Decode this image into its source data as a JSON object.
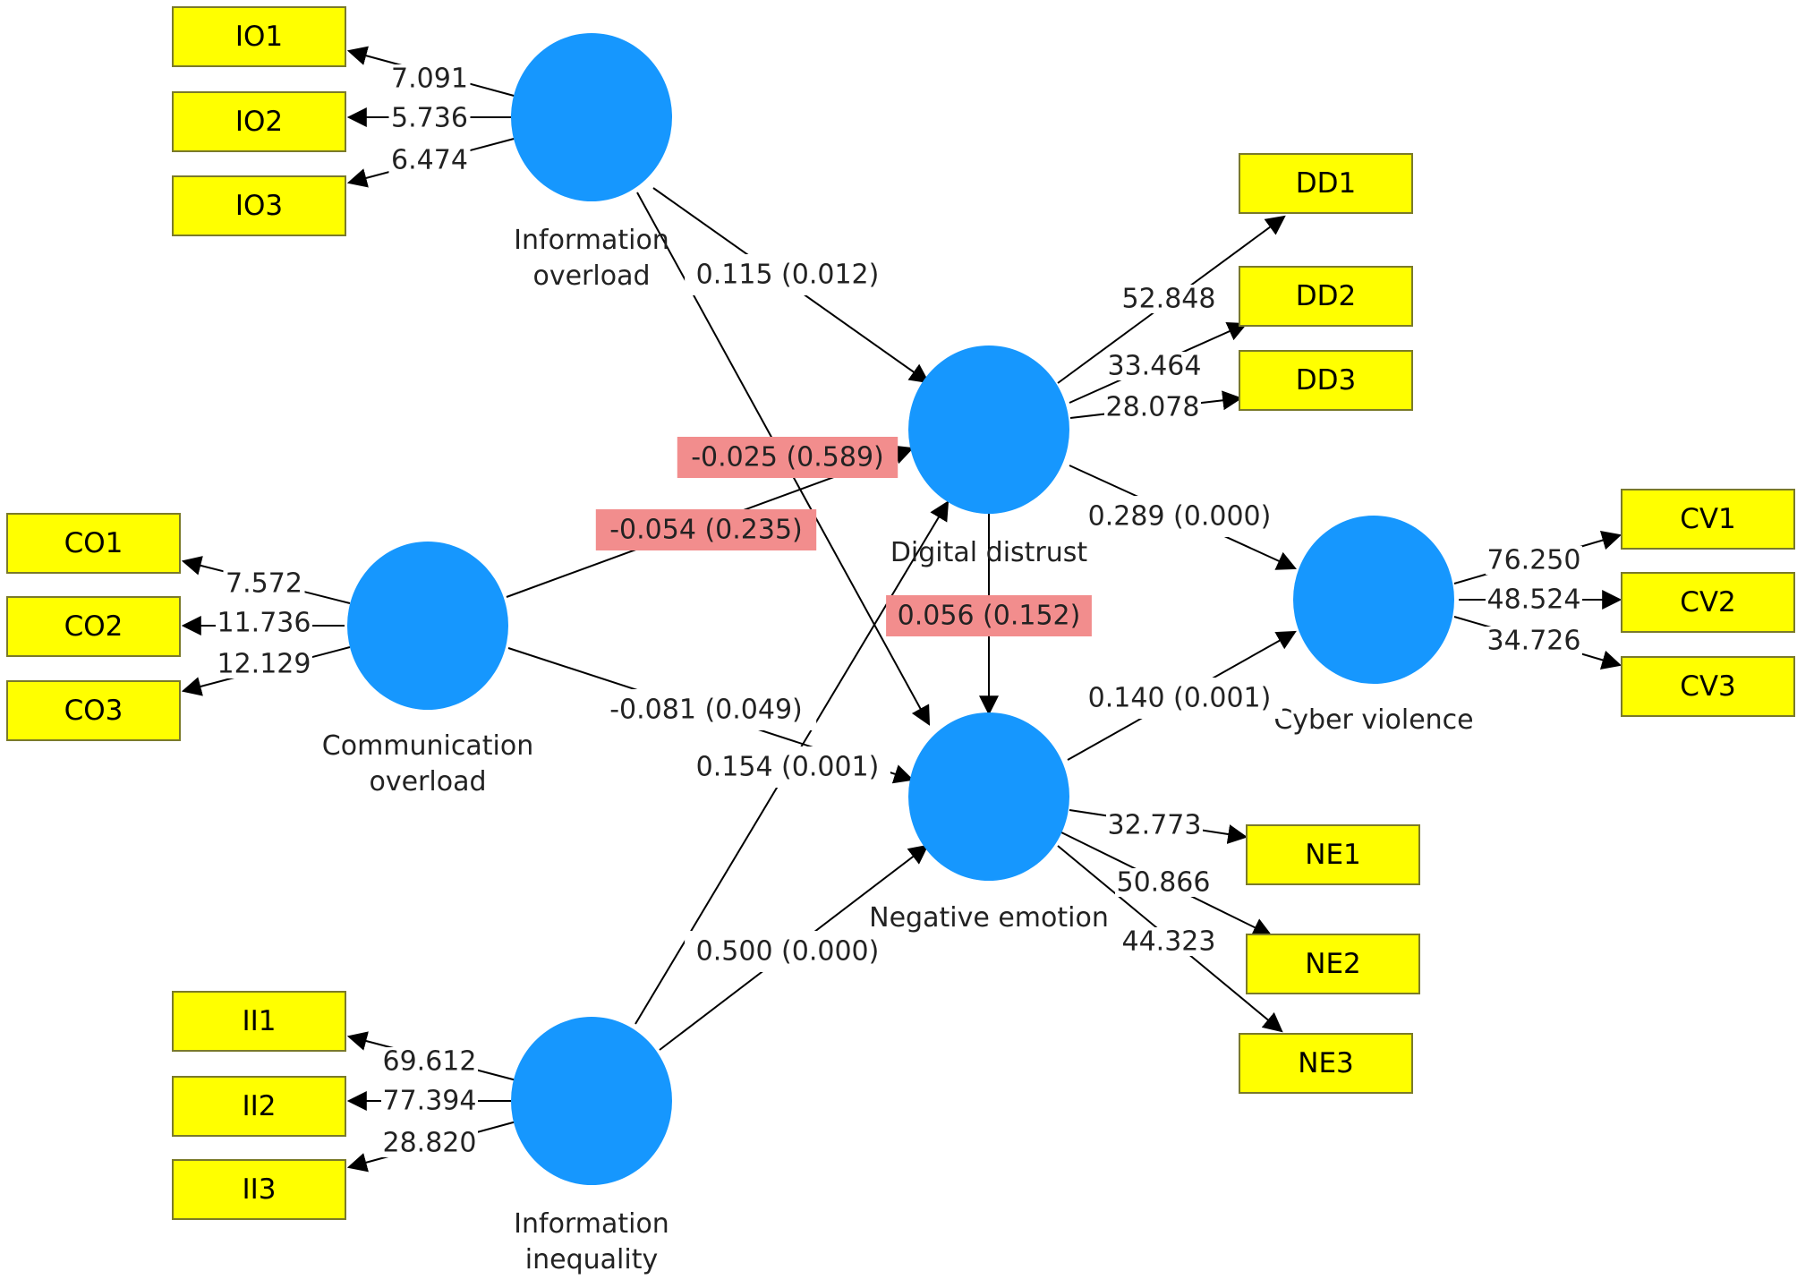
{
  "colors": {
    "construct_fill": "#1697fe",
    "indicator_fill": "#ffff00",
    "highlight_fill": "#f28d8d"
  },
  "constructs": [
    {
      "id": "IO",
      "label": [
        "Information",
        "overload"
      ]
    },
    {
      "id": "CO",
      "label": [
        "Communication",
        "overload"
      ]
    },
    {
      "id": "II",
      "label": [
        "Information",
        "inequality"
      ]
    },
    {
      "id": "DD",
      "label": [
        "Digital distrust"
      ]
    },
    {
      "id": "NE",
      "label": [
        "Negative emotion"
      ]
    },
    {
      "id": "CV",
      "label": [
        "Cyber violence"
      ]
    }
  ],
  "indicators": [
    {
      "id": "IO1",
      "construct": "IO",
      "loading": "7.091"
    },
    {
      "id": "IO2",
      "construct": "IO",
      "loading": "5.736"
    },
    {
      "id": "IO3",
      "construct": "IO",
      "loading": "6.474"
    },
    {
      "id": "CO1",
      "construct": "CO",
      "loading": "7.572"
    },
    {
      "id": "CO2",
      "construct": "CO",
      "loading": "11.736"
    },
    {
      "id": "CO3",
      "construct": "CO",
      "loading": "12.129"
    },
    {
      "id": "II1",
      "construct": "II",
      "loading": "69.612"
    },
    {
      "id": "II2",
      "construct": "II",
      "loading": "77.394"
    },
    {
      "id": "II3",
      "construct": "II",
      "loading": "28.820"
    },
    {
      "id": "DD1",
      "construct": "DD",
      "loading": "52.848"
    },
    {
      "id": "DD2",
      "construct": "DD",
      "loading": "33.464"
    },
    {
      "id": "DD3",
      "construct": "DD",
      "loading": "28.078"
    },
    {
      "id": "CV1",
      "construct": "CV",
      "loading": "76.250"
    },
    {
      "id": "CV2",
      "construct": "CV",
      "loading": "48.524"
    },
    {
      "id": "CV3",
      "construct": "CV",
      "loading": "34.726"
    },
    {
      "id": "NE1",
      "construct": "NE",
      "loading": "32.773"
    },
    {
      "id": "NE2",
      "construct": "NE",
      "loading": "50.866"
    },
    {
      "id": "NE3",
      "construct": "NE",
      "loading": "44.323"
    }
  ],
  "paths": [
    {
      "from": "IO",
      "to": "DD",
      "label": "0.115 (0.012)",
      "highlight": false
    },
    {
      "from": "IO",
      "to": "NE",
      "label": "-0.025 (0.589)",
      "highlight": true
    },
    {
      "from": "CO",
      "to": "DD",
      "label": "-0.054 (0.235)",
      "highlight": true
    },
    {
      "from": "CO",
      "to": "NE",
      "label": "-0.081 (0.049)",
      "highlight": false
    },
    {
      "from": "II",
      "to": "DD",
      "label": "0.154 (0.001)",
      "highlight": false
    },
    {
      "from": "II",
      "to": "NE",
      "label": "0.500 (0.000)",
      "highlight": false
    },
    {
      "from": "DD",
      "to": "NE",
      "label": "0.056 (0.152)",
      "highlight": true
    },
    {
      "from": "DD",
      "to": "CV",
      "label": "0.289 (0.000)",
      "highlight": false
    },
    {
      "from": "NE",
      "to": "CV",
      "label": "0.140 (0.001)",
      "highlight": false
    }
  ]
}
